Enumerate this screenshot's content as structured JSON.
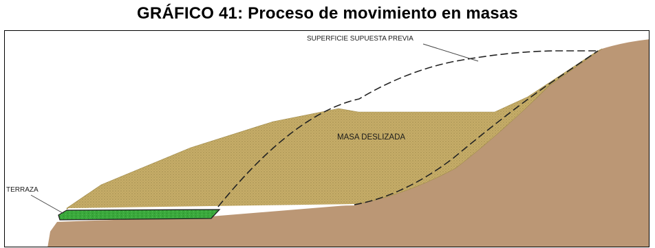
{
  "title": "GRÁFICO 41: Proceso de movimiento en masas",
  "labels": {
    "previous_surface": "SUPERFICIE SUPUESTA PREVIA",
    "slid_mass": "MASA DESLIZADA",
    "terrace": "TERRAZA"
  },
  "colors": {
    "ground": "#bb9775",
    "slid_mass": "#c6ad68",
    "terrace": "#3aa93c",
    "dashed_line": "#222222"
  }
}
